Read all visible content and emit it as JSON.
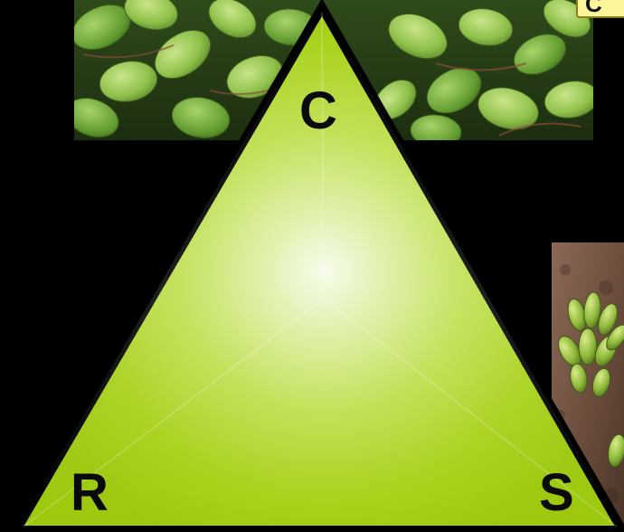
{
  "diagram": {
    "vertices": {
      "top": "C",
      "bottom_left": "R",
      "bottom_right": "S"
    },
    "corner_label_partial": "C",
    "colors": {
      "background": "#000000",
      "triangle_edge": "#a6d10f",
      "triangle_center": "#f4fbe6",
      "triangle_outline": "#000000",
      "label_box_fill": "#fdf59a"
    },
    "photos": [
      {
        "name": "leafy-green-shrub-photo"
      },
      {
        "name": "succulent-plant-on-rock-photo"
      }
    ]
  }
}
